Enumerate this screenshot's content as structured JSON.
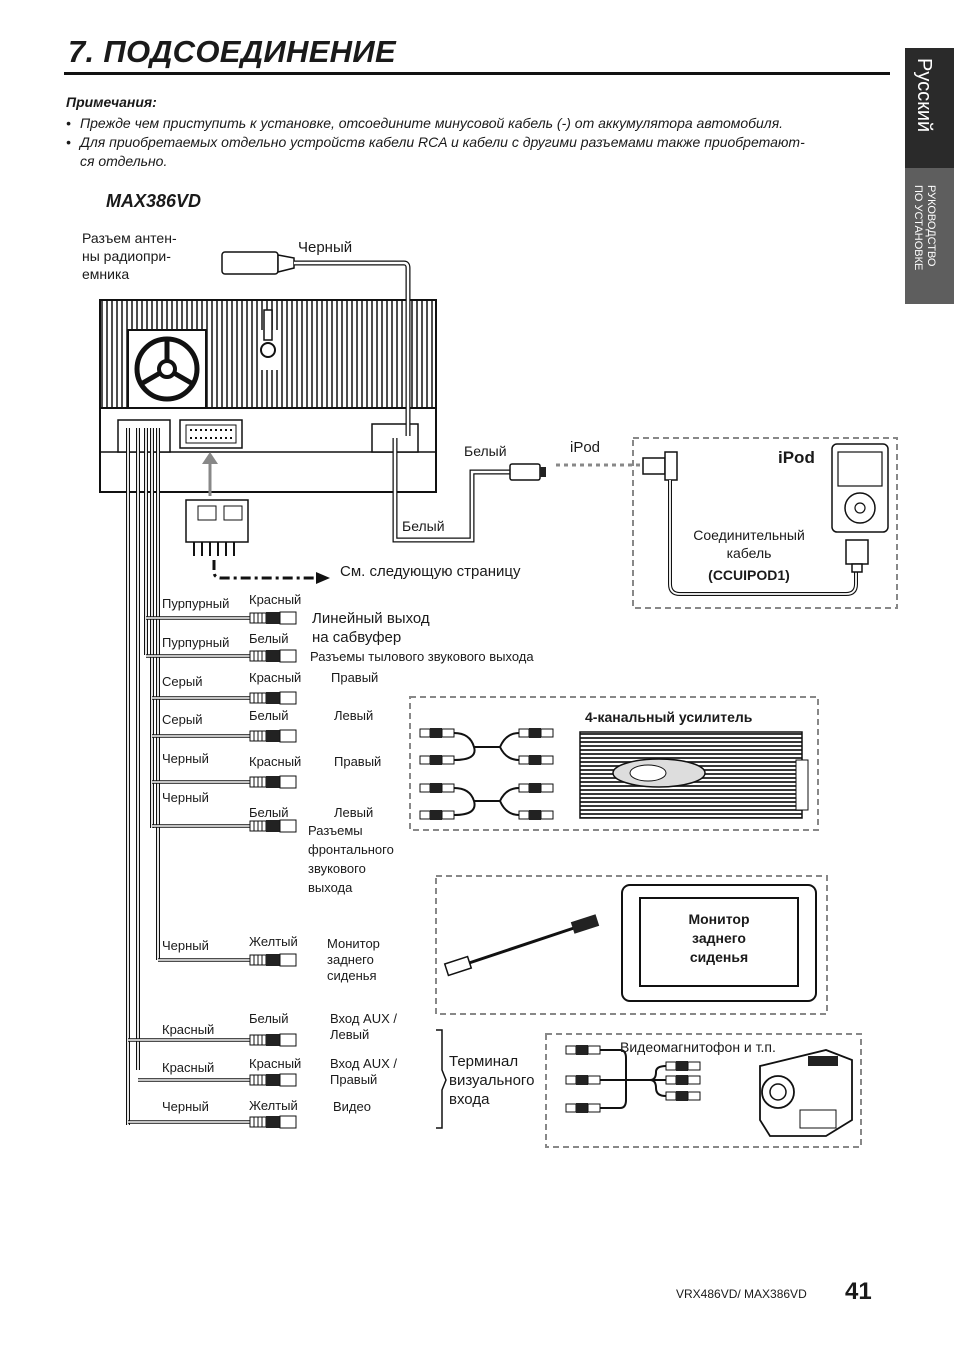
{
  "page": {
    "title": "7. ПОДСОЕДИНЕНИЕ",
    "notes_heading": "Примечания:",
    "notes": [
      "Прежде чем приступить к установке, отсоедините минусовой кабель (-) от аккумулятора автомобиля.",
      "Для приобретаемых отдельно устройств кабели RCA и кабели с другими разъемами также приобретают-",
      "ся отдельно."
    ],
    "bullet": "•",
    "model": "MAX386VD"
  },
  "side_tab": {
    "language": "Русский",
    "section_line1": "РУКОВОДСТВО",
    "section_line2": "ПО УСТАНОВКЕ"
  },
  "diagram": {
    "antenna_label": "Разъем антен-\nны радиопри-\nемника",
    "antenna_wire": "Черный",
    "ipod_wire_1": "Белый",
    "ipod_wire_2": "Белый",
    "ipod_plug_label": "iPod",
    "next_page": "См. следующую страницу",
    "ipod_box": {
      "title": "iPod",
      "cable_label": "Соединительный\nкабель",
      "cable_model": "(CCUIPOD1)"
    },
    "wires": [
      {
        "wire": "Пурпурный",
        "plug": "Красный",
        "desc": "Линейный выход\nна сабвуфер"
      },
      {
        "wire": "Пурпурный",
        "plug": "Белый",
        "desc": ""
      },
      {
        "wire": "Серый",
        "plug": "Красный",
        "desc": "Правый"
      },
      {
        "wire": "Серый",
        "plug": "Белый",
        "desc": "Левый"
      },
      {
        "wire": "Черный",
        "plug": "Красный",
        "desc": "Правый"
      },
      {
        "wire": "Черный",
        "plug": "Белый",
        "desc": "Левый"
      },
      {
        "wire": "Черный",
        "plug": "Желтый",
        "desc": "Монитор\nзаднего\nсиденья"
      },
      {
        "wire": "Красный",
        "plug": "Белый",
        "desc": "Вход AUX /\nЛевый"
      },
      {
        "wire": "Красный",
        "plug": "Красный",
        "desc": "Вход AUX /\nПравый"
      },
      {
        "wire": "Черный",
        "plug": "Желтый",
        "desc": "Видео"
      }
    ],
    "rear_outputs_label": "Разъемы тылового звукового выхода",
    "front_outputs_label": "Разъемы\nфронтального\nзвукового\nвыхода",
    "amplifier_label": "4-канальный усилитель",
    "monitor_label": "Монитор\nзаднего\nсиденья",
    "visual_input_label": "Терминал\nвизуального\nвхода",
    "vcr_label": "Видеомагнитофон и т.п."
  },
  "footer": {
    "models": "VRX486VD/ MAX386VD",
    "page_number": "41"
  }
}
